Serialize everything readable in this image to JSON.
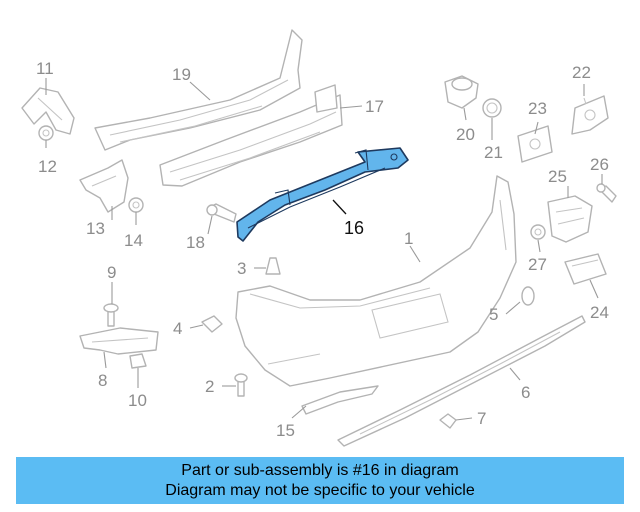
{
  "callouts": {
    "c1": "1",
    "c2": "2",
    "c3": "3",
    "c4": "4",
    "c5": "5",
    "c6": "6",
    "c7": "7",
    "c8": "8",
    "c9": "9",
    "c10": "10",
    "c11": "11",
    "c12": "12",
    "c13": "13",
    "c14": "14",
    "c15": "15",
    "c16": "16",
    "c17": "17",
    "c18": "18",
    "c19": "19",
    "c20": "20",
    "c21": "21",
    "c22": "22",
    "c23": "23",
    "c24": "24",
    "c25": "25",
    "c26": "26",
    "c27": "27"
  },
  "highlight_color": "#62b5ec",
  "caption": {
    "line1": "Part or sub-assembly is #16 in diagram",
    "line2": "Diagram may not be specific to your vehicle",
    "background": "#5bbcf3"
  }
}
